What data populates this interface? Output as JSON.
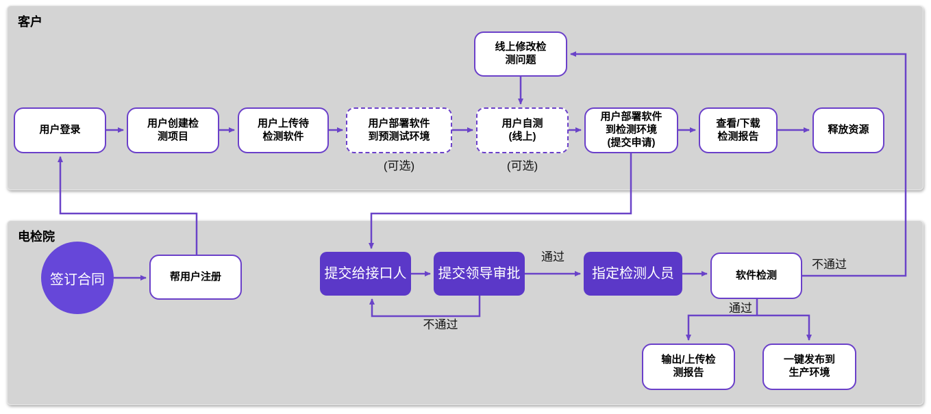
{
  "lanes": {
    "customer": {
      "label": "客户"
    },
    "institute": {
      "label": "电检院"
    }
  },
  "nodes": {
    "user_login": "用户登录",
    "create_project": "用户创建检\n测项目",
    "upload_software": "用户上传待\n检测软件",
    "deploy_pretest": "用户部署软件\n到预测试环境",
    "self_test": "用户自测\n(线上)",
    "deploy_test_env": "用户部署软件\n到检测环境\n(提交申请)",
    "view_report": "查看/下载\n检测报告",
    "release_resources": "释放资源",
    "online_fix": "线上修改检\n测问题",
    "sign_contract": "签订合同",
    "register_user": "帮用户注册",
    "submit_contact": "提交给接口人",
    "submit_approval": "提交领导审批",
    "assign_testers": "指定检测人员",
    "software_testing": "软件检测",
    "output_report": "输出/上传检\n测报告",
    "publish_production": "一键发布到\n生产环境"
  },
  "labels": {
    "optional": "(可选)",
    "pass": "通过",
    "fail": "不通过"
  },
  "colors": {
    "lane_background": "#d4d4d4",
    "node_border": "#6a3fc9",
    "purple_node_fill": "#5b38c8",
    "circle_fill": "#6647d9",
    "arrow": "#6a43c8",
    "text_dark": "#000000",
    "text_light": "#ffffff"
  },
  "edges": [
    {
      "from": "user_login",
      "to": "create_project",
      "label": ""
    },
    {
      "from": "create_project",
      "to": "upload_software",
      "label": ""
    },
    {
      "from": "upload_software",
      "to": "deploy_pretest",
      "label": ""
    },
    {
      "from": "deploy_pretest",
      "to": "self_test",
      "label": ""
    },
    {
      "from": "self_test",
      "to": "deploy_test_env",
      "label": ""
    },
    {
      "from": "deploy_test_env",
      "to": "view_report",
      "label": ""
    },
    {
      "from": "view_report",
      "to": "release_resources",
      "label": ""
    },
    {
      "from": "online_fix",
      "to": "self_test",
      "label": ""
    },
    {
      "from": "software_testing",
      "to": "online_fix",
      "label": "不通过"
    },
    {
      "from": "deploy_test_env",
      "to": "submit_contact",
      "label": ""
    },
    {
      "from": "register_user",
      "to": "user_login",
      "label": ""
    },
    {
      "from": "sign_contract",
      "to": "register_user",
      "label": ""
    },
    {
      "from": "submit_contact",
      "to": "submit_approval",
      "label": ""
    },
    {
      "from": "submit_approval",
      "to": "assign_testers",
      "label": "通过"
    },
    {
      "from": "submit_approval",
      "to": "submit_contact",
      "label": "不通过"
    },
    {
      "from": "assign_testers",
      "to": "software_testing",
      "label": ""
    },
    {
      "from": "software_testing",
      "to": "output_report",
      "label": "通过"
    },
    {
      "from": "software_testing",
      "to": "publish_production",
      "label": "通过"
    }
  ]
}
